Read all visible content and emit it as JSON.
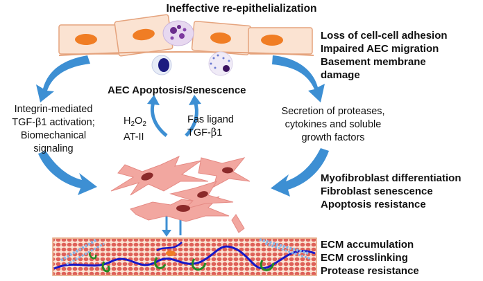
{
  "title": "Ineffective re-epithelialization",
  "epithelium_effects": [
    "Loss of cell-cell adhesion",
    "Impaired AEC migration",
    "Basement membrane",
    "damage"
  ],
  "aec_label": "AEC Apoptosis/Senescence",
  "left_pathway": {
    "line1": "Integrin-mediated",
    "line2": "TGF-β1 activation;",
    "line3": "Biomechanical",
    "line4": "signaling"
  },
  "right_pathway": {
    "line1": "Secretion of proteases,",
    "line2": "cytokines and soluble",
    "line3": "growth factors"
  },
  "inner_left": {
    "h2o2_base": "H",
    "h2o2_sub1": "2",
    "h2o2_mid": "O",
    "h2o2_sub2": "2",
    "line2": "AT-II"
  },
  "inner_right": {
    "line1": "Fas ligand",
    "line2_prefix": "TGF-",
    "line2_beta": "β",
    "line2_suffix": "1"
  },
  "fibroblast_effects": [
    "Myofibroblast differentiation",
    "Fibroblast senescence",
    "Apoptosis resistance"
  ],
  "ecm_effects": [
    "ECM accumulation",
    "ECM crosslinking",
    "Protease resistance"
  ],
  "colors": {
    "arrow_blue": "#3d8fd3",
    "cell_fill": "#fbe3d2",
    "cell_border": "#e5a37d",
    "nucleus_orange": "#f07d24",
    "fibroblast_pink": "#f2a7a0",
    "fibroblast_nucleus": "#8b2a2a",
    "ecm_red": "#d94a44",
    "fiber_blue": "#1818c8",
    "fiber_green": "#238a23"
  }
}
